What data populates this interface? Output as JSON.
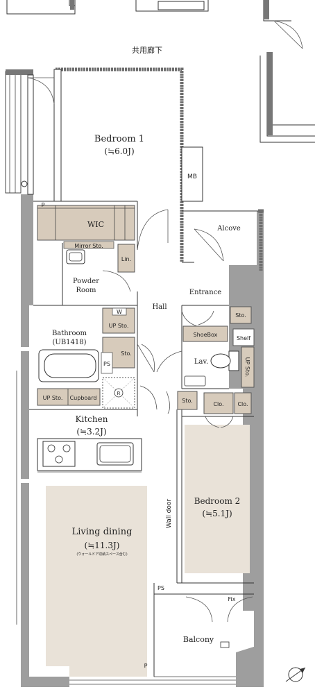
{
  "corridor": "共用廊下",
  "rooms": {
    "bedroom1": {
      "name": "Bedroom 1",
      "area": "(≒6.0J)"
    },
    "bedroom2": {
      "name": "Bedroom 2",
      "area": "(≒5.1J)"
    },
    "kitchen": {
      "name": "Kitchen",
      "area": "(≒3.2J)"
    },
    "living": {
      "name": "Living dining",
      "area": "(≒11.3J)",
      "note": "(ウォールドア収納スペース含む)"
    },
    "balcony": "Balcony",
    "hall": "Hall",
    "entrance": "Entrance",
    "alcove": "Alcove",
    "powder": {
      "line1": "Powder",
      "line2": "Room"
    },
    "bathroom": {
      "line1": "Bathroom",
      "line2": "(UB1418)"
    },
    "wic": "WIC",
    "mirror": "Mirror Sto.",
    "lin": "Lin.",
    "lav": "Lav."
  },
  "labels": {
    "mb": "MB",
    "p_top": "P",
    "p_bottom": "P",
    "w": "W",
    "up_sto_bath": "UP Sto.",
    "sto_bath": "Sto.",
    "ps_mid": "PS",
    "r": "R",
    "up_sto_cupboard": "UP Sto.",
    "cupboard": "Cupboard",
    "sto_entrance": "Sto.",
    "shoebox": "ShoeBox",
    "shelf": "Shelf",
    "up_sto_lav": "UP Sto.",
    "sto_hall": "Sto.",
    "clo1": "Clo.",
    "clo2": "Clo.",
    "wall_door": "Wall door",
    "ps_bottom": "PS",
    "fix": "Fix"
  },
  "colors": {
    "wall": "#9e9e9e",
    "wall_dark": "#6e6e6e",
    "storage": "#d7cbbb",
    "flooring": "#e9e2d8"
  },
  "icons": [
    "compass-icon",
    "stove-icon",
    "sink-icon",
    "bathtub-icon",
    "toilet-icon",
    "washbasin-icon"
  ]
}
